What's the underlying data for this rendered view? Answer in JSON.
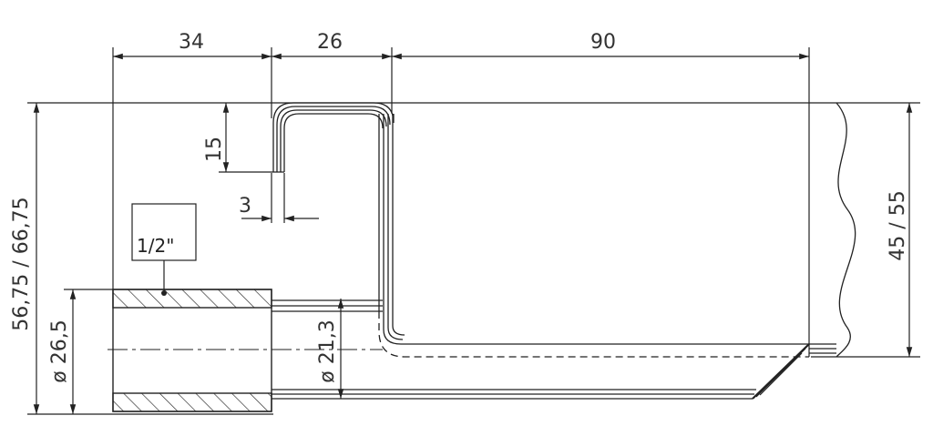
{
  "colors": {
    "line": "#222222",
    "text": "#333333",
    "hatch": "#333333",
    "background": "#ffffff"
  },
  "dimensions": {
    "top_a": "34",
    "top_b": "26",
    "top_c": "90",
    "hook_height": "15",
    "wall": "3",
    "overall_height": "56,75 / 66,75",
    "right_height": "45 / 55",
    "outer_diameter": "ø 26,5",
    "inner_diameter": "ø 21,3"
  },
  "thread_label": "1/2\""
}
